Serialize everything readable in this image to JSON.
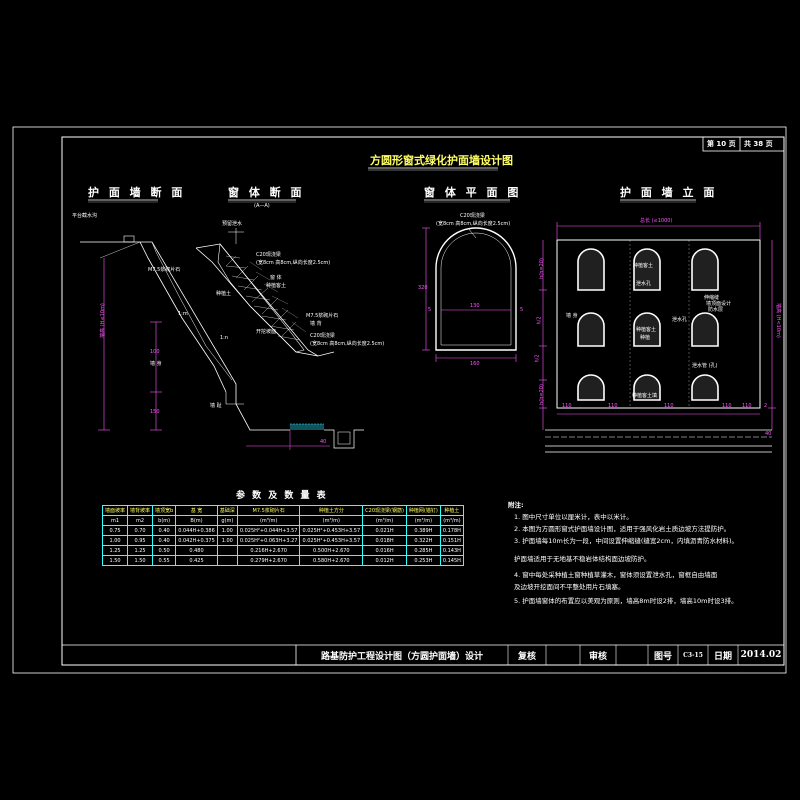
{
  "sheet": {
    "page_no": "第 10 页",
    "page_total": "共 38 页",
    "main_title": "方圆形窗式绿化护面墙设计图"
  },
  "sections": {
    "section_view": "护 面 墙 断 面",
    "window_section": "窗 体 断 面",
    "window_section_sub": "(A—A)",
    "window_plan": "窗 体 平 面 图",
    "elevation": "护 面 墙 立 面"
  },
  "labels": {
    "platform_drain": "平台截水沟",
    "reserve_drain": "预留泄水",
    "c20_beam_a": "C20现浇梁",
    "c20_beam_a_detail": "(宽8cm 高8cm,纵向长度2.5cm)",
    "window": "窗 体",
    "fill_soil": "种植客土",
    "planting_soil": "种植土",
    "m75_mortar": "M7.5浆砌片石",
    "backfill": "墙 背",
    "slope": "开挖坡面",
    "c20_beam_b": "C20现浇梁",
    "c20_beam_b_detail": "(宽8cm 高8cm,纵向长度2.5cm)",
    "m75_wall": "M7.5浆砌片石",
    "wall": "墙 身",
    "toe": "墙 趾",
    "plan_beam": "C20现浇梁",
    "plan_beam_detail": "(宽8cm 高8cm,纵向长度2.5cm)",
    "elev_fill": "种植客土",
    "elev_drain": "泄水孔",
    "elev_joint": "伸缩缝",
    "elev_joint_note": "墙顶面设计",
    "elev_joint_note2": "防水层",
    "elev_plant": "种植客土",
    "elev_plant2": "种植",
    "elev_drain2": "泄水孔",
    "elev_wall": "墙 身",
    "elev_gap": "泄水管 (孔)",
    "elev_fill2": "种植客土填",
    "dim_top": "总长 (≤1000)",
    "dim_height": "墙高 (H<10m)"
  },
  "dims": {
    "plan_w": "160",
    "plan_h": "320",
    "plan_in": "130",
    "plan_side": "5",
    "plan_side2": "5",
    "elev_110a": "110",
    "elev_110b": "110",
    "elev_110c": "110",
    "elev_110d": "110",
    "elev_110e": "110",
    "elev_hl": "h/2",
    "elev_h1": "h(h=20)",
    "elev_h2": "h/2",
    "elev_h3": "h(h=20)",
    "elev_right": "2",
    "elev_bot": "40",
    "sec_40": "40",
    "sec_100": "100",
    "sec_150": "150",
    "sec_h": "墙高 (H≤10m)",
    "sec_m": "1:m",
    "sec_n": "1:n"
  },
  "table": {
    "title": "参 数 及 数 量 表",
    "headers": [
      "墙面坡率",
      "墙背坡率",
      "墙顶宽b",
      "基 宽",
      "基础深",
      "M7.5浆砌片石",
      "种植土方分",
      "C20现浇梁(钢筋)",
      "种植网(锚钉)",
      "种植土"
    ],
    "subheaders": [
      "m1",
      "m2",
      "b(m)",
      "B(m)",
      "g(m)",
      "(m³/m)",
      "(m³/m)",
      "(m³/m)",
      "(m³/m)",
      "(m³/m)"
    ],
    "rows": [
      [
        "0.75",
        "0.70",
        "0.40",
        "0.044H+0.386",
        "1.00",
        "0.025H²+0.044H+3.57",
        "0.025H²+0.453H+3.57",
        "0.021H",
        "0.389H",
        "0.178H"
      ],
      [
        "1.00",
        "0.95",
        "0.40",
        "0.042H+0.375",
        "1.00",
        "0.025H²+0.063H+3.27",
        "0.025H²+0.453H+3.57",
        "0.018H",
        "0.322H",
        "0.151H"
      ],
      [
        "1.25",
        "1.25",
        "0.50",
        "0.480",
        "",
        "0.216H+2.670",
        "0.500H+2.670",
        "0.016H",
        "0.285H",
        "0.143H"
      ],
      [
        "1.50",
        "1.50",
        "0.55",
        "0.425",
        "",
        "0.279H+2.670",
        "0.580H+2.670",
        "0.012H",
        "0.253H",
        "0.145H"
      ]
    ]
  },
  "notes": {
    "heading": "附注:",
    "items": [
      "1.  图中尺寸单位以厘米计，表中以米计。",
      "2.  本图为方圆形窗式护面墙设计图，适用于强风化岩土质边坡方法提防护。",
      "3.  护面墙每10m长为一段，中间设置伸缩缝(缝宽2cm，内填沥青防水材料)。",
      "      护面墙适用于无地基不稳岩体结构面边坡防护。",
      "4.  窗中每处采种植土窗种植草灌木，窗体须设置泄水孔，窗框自由墙面",
      "      及边坡开挖面间不平整处用片石填塞。",
      "5.  护面墙窗体的布置应以美观为原则，墙高8m时设2排，墙高10m时设3排。"
    ]
  },
  "titleblock": {
    "project": "路基防护工程设计图（方圆护面墙）设计",
    "review": "复核",
    "check": "审核",
    "drawing_no_label": "图号",
    "drawing_no": "C3-15",
    "date_label": "日期",
    "date": "2014.02"
  },
  "colors": {
    "frame": "#ffffff",
    "dim": "#ff55ff",
    "table_line": "#33ffff",
    "text_label": "#ffff66",
    "hatch": "#ffffff"
  }
}
